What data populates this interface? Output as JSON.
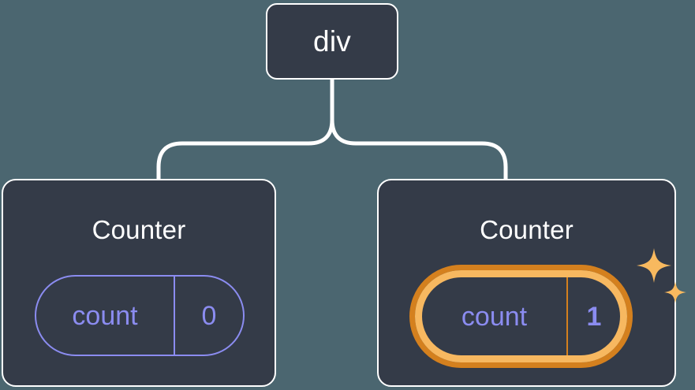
{
  "diagram": {
    "type": "component-tree",
    "background_color": "#4b6670",
    "node_fill_color": "#343b48",
    "node_border_color": "#ffffff",
    "edge_color": "#ffffff",
    "accent_state_color": "#8b8cf0",
    "highlight_outer_color": "#d4801e",
    "highlight_inner_color": "#f7b860",
    "sparkle_color": "#f8b95f"
  },
  "root": {
    "label": "div"
  },
  "children": [
    {
      "title": "Counter",
      "state": {
        "key": "count",
        "value": "0"
      },
      "highlighted": false,
      "sparkle": false
    },
    {
      "title": "Counter",
      "state": {
        "key": "count",
        "value": "1"
      },
      "highlighted": true,
      "sparkle": true
    }
  ]
}
